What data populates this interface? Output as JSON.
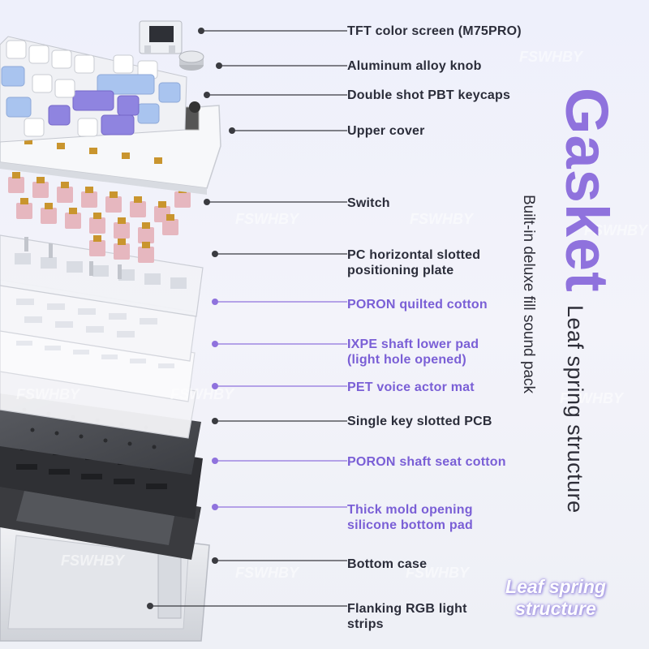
{
  "labels": [
    {
      "text": "TFT color screen (M75PRO)",
      "highlight": false
    },
    {
      "text": "Aluminum alloy knob",
      "highlight": false
    },
    {
      "text": "Double shot PBT keycaps",
      "highlight": false
    },
    {
      "text": "Upper cover",
      "highlight": false
    },
    {
      "text": "Switch",
      "highlight": false
    },
    {
      "text": "PC horizontal slotted\npositioning plate",
      "highlight": false
    },
    {
      "text": "PORON quilted cotton",
      "highlight": true
    },
    {
      "text": "IXPE shaft lower pad\n(light hole opened)",
      "highlight": true
    },
    {
      "text": "PET voice actor mat",
      "highlight": true
    },
    {
      "text": "Single key slotted PCB",
      "highlight": false
    },
    {
      "text": "PORON shaft seat cotton",
      "highlight": true
    },
    {
      "text": "Thick mold opening\nsilicone bottom pad",
      "highlight": true
    },
    {
      "text": "Bottom case",
      "highlight": false
    },
    {
      "text": "Flanking RGB light\nstrips",
      "highlight": false
    }
  ],
  "side_text": {
    "title": "Gasket",
    "subtitle": "Leaf spring structure",
    "vertical_note": "Built-in deluxe fill sound pack"
  },
  "brand_badge": "Leaf spring\nstructure",
  "watermark": "FSWHBY",
  "colors": {
    "accent_purple": "#8f72dd",
    "label_purple": "#7a5fd6",
    "label_dark": "#2b2d3a",
    "keycap_blue": "#a9c4ef",
    "keycap_purple": "#8f84e0",
    "switch_pink": "#e6b7bf",
    "switch_gold": "#c9952e",
    "pcb_dark": "#4a4c52",
    "pad_gray": "#3a3b3f"
  }
}
